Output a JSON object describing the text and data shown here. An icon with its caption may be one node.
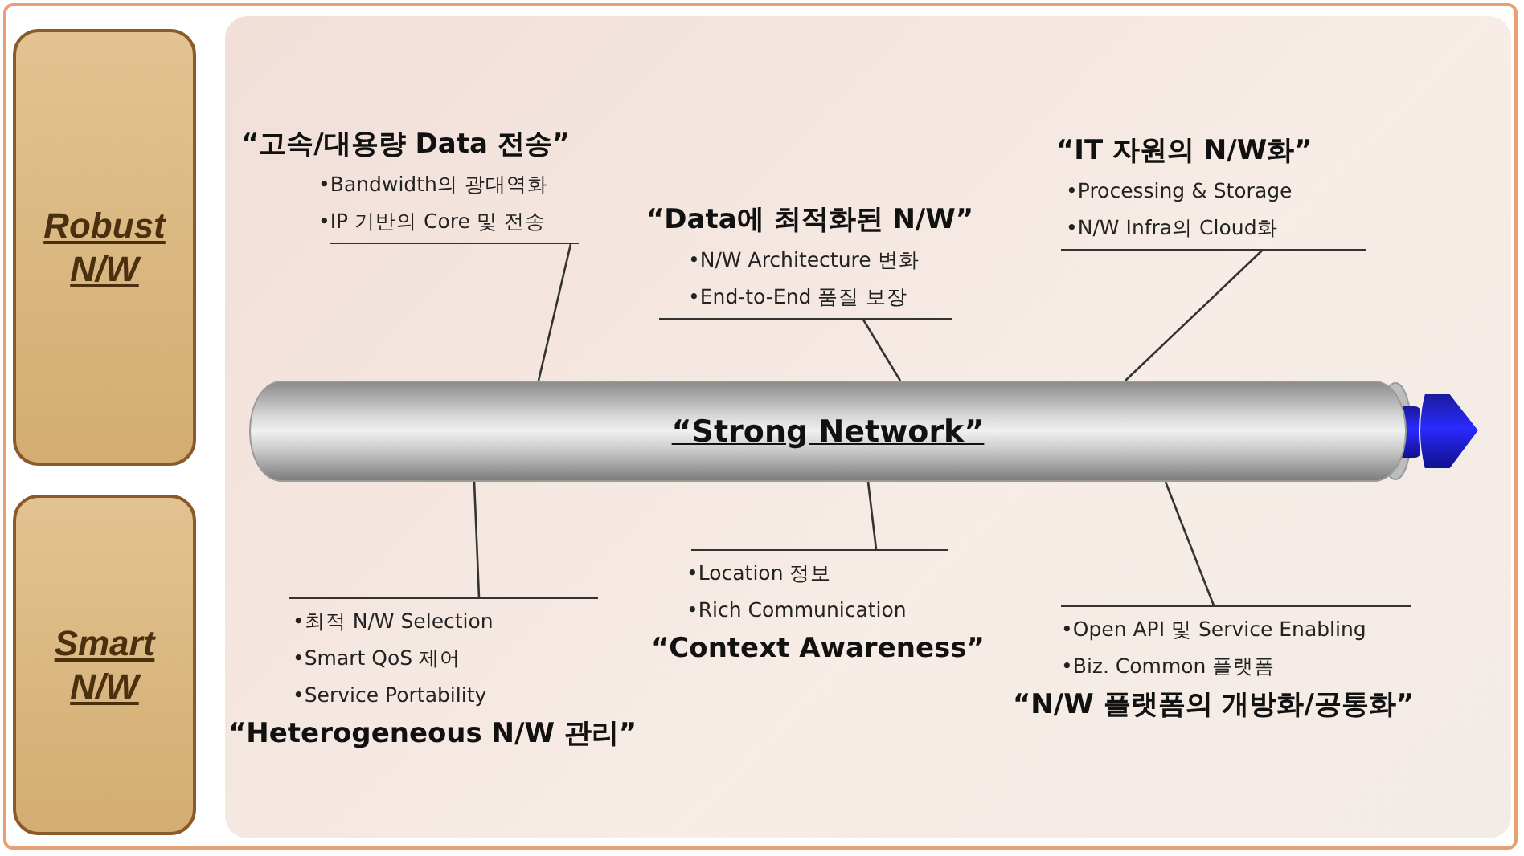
{
  "diagram": {
    "nodes": [
      {
        "text": [
          "Robust N/W"
        ]
      },
      {
        "text": [
          "Smart N/W"
        ]
      },
      {
        "text": [
          "“고속/대용량 Data 전송”",
          "•Bandwidth의 광대역화",
          "•IP 기반의 Core 및 전송"
        ]
      },
      {
        "text": [
          "“Data에 최적화된 N/W”",
          "•N/W Architecture 변화",
          "•End-to-End 품질 보장"
        ]
      },
      {
        "text": [
          "“IT 자원의 N/W화”",
          "•Processing & Storage",
          "•N/W Infra의 Cloud화"
        ]
      },
      {
        "text": [
          "“Strong Network”"
        ]
      },
      {
        "text": [
          "•최적 N/W Selection",
          "•Smart QoS 제어",
          "•Service Portability",
          "“Heterogeneous N/W 관리”"
        ]
      },
      {
        "text": [
          "•Location 정보",
          "•Rich Communication",
          "“Context Awareness”"
        ]
      },
      {
        "text": [
          "•Open API 및 Service Enabling",
          "•Biz. Common 플랫폼",
          "“N/W 플랫폼의 개방화/공통화”"
        ]
      }
    ],
    "edges": [
      {
        "from": 2,
        "to": 5,
        "arrow": "none"
      },
      {
        "from": 3,
        "to": 5,
        "arrow": "none"
      },
      {
        "from": 4,
        "to": 5,
        "arrow": "none"
      },
      {
        "from": 6,
        "to": 5,
        "arrow": "none"
      },
      {
        "from": 7,
        "to": 5,
        "arrow": "none"
      },
      {
        "from": 8,
        "to": 5,
        "arrow": "none"
      }
    ]
  }
}
